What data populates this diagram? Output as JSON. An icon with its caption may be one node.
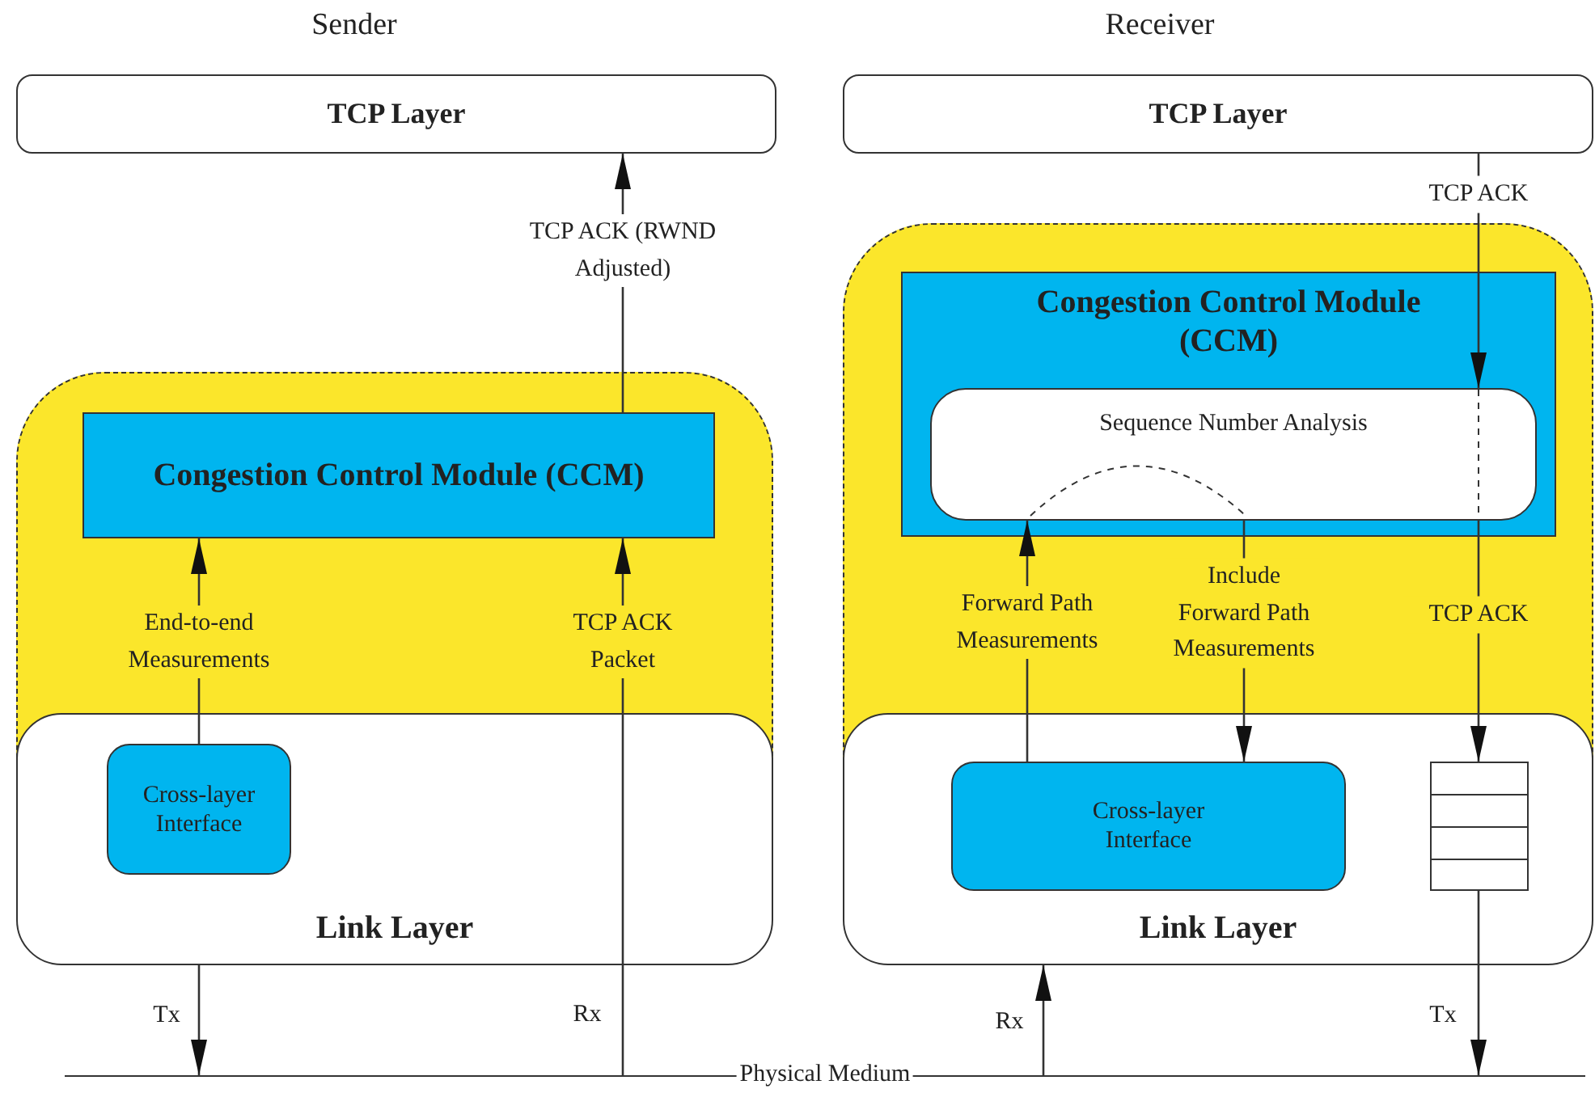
{
  "diagram": {
    "nodes": [
      {
        "text": [
          "TCP Layer"
        ]
      },
      {
        "text": [],
        "shape": "box"
      },
      {
        "text": [
          "Congestion Control Module (CCM)"
        ],
        "in": 1
      },
      {
        "text": [
          "Link Layer"
        ]
      },
      {
        "text": [
          "Cross-layer Interface"
        ],
        "in": 3
      },
      {
        "text": [
          "TCP Layer"
        ]
      },
      {
        "text": [],
        "shape": "box"
      },
      {
        "text": [
          "Congestion Control Module (CCM)"
        ],
        "in": 6
      },
      {
        "text": [
          "Sequence Number Analysis"
        ],
        "in": 7
      },
      {
        "text": [
          "Link Layer"
        ]
      },
      {
        "text": [
          "Cross-layer Interface"
        ],
        "in": 9
      },
      {
        "text": [],
        "shape": "box",
        "in": 9
      },
      {
        "text": [
          "Physical Medium"
        ]
      }
    ],
    "edges": [
      {
        "from": 2,
        "to": 0,
        "arrow": "to",
        "label": "TCP ACK (RWND Adjusted)"
      },
      {
        "from": 4,
        "to": 2,
        "arrow": "to",
        "label": "End-to-end Measurements"
      },
      {
        "from": 12,
        "to": 2,
        "arrow": "to",
        "label": "TCP ACK Packet"
      },
      {
        "from": 3,
        "to": 12,
        "arrow": "to",
        "label": "Tx"
      },
      {
        "from": 5,
        "to": 8,
        "arrow": "to",
        "label": "TCP ACK"
      },
      {
        "from": 8,
        "to": 11,
        "arrow": "to",
        "label": "TCP ACK"
      },
      {
        "from": 10,
        "to": 8,
        "arrow": "to",
        "label": "Forward Path Measurements"
      },
      {
        "from": 8,
        "to": 10,
        "arrow": "to",
        "label": "Include Forward Path Measurements"
      },
      {
        "from": 11,
        "to": 12,
        "arrow": "to",
        "label": "Tx"
      },
      {
        "from": 12,
        "to": 9,
        "arrow": "to",
        "label": "Rx"
      }
    ],
    "labels": [
      "Sender",
      "Receiver",
      "Rx"
    ]
  }
}
